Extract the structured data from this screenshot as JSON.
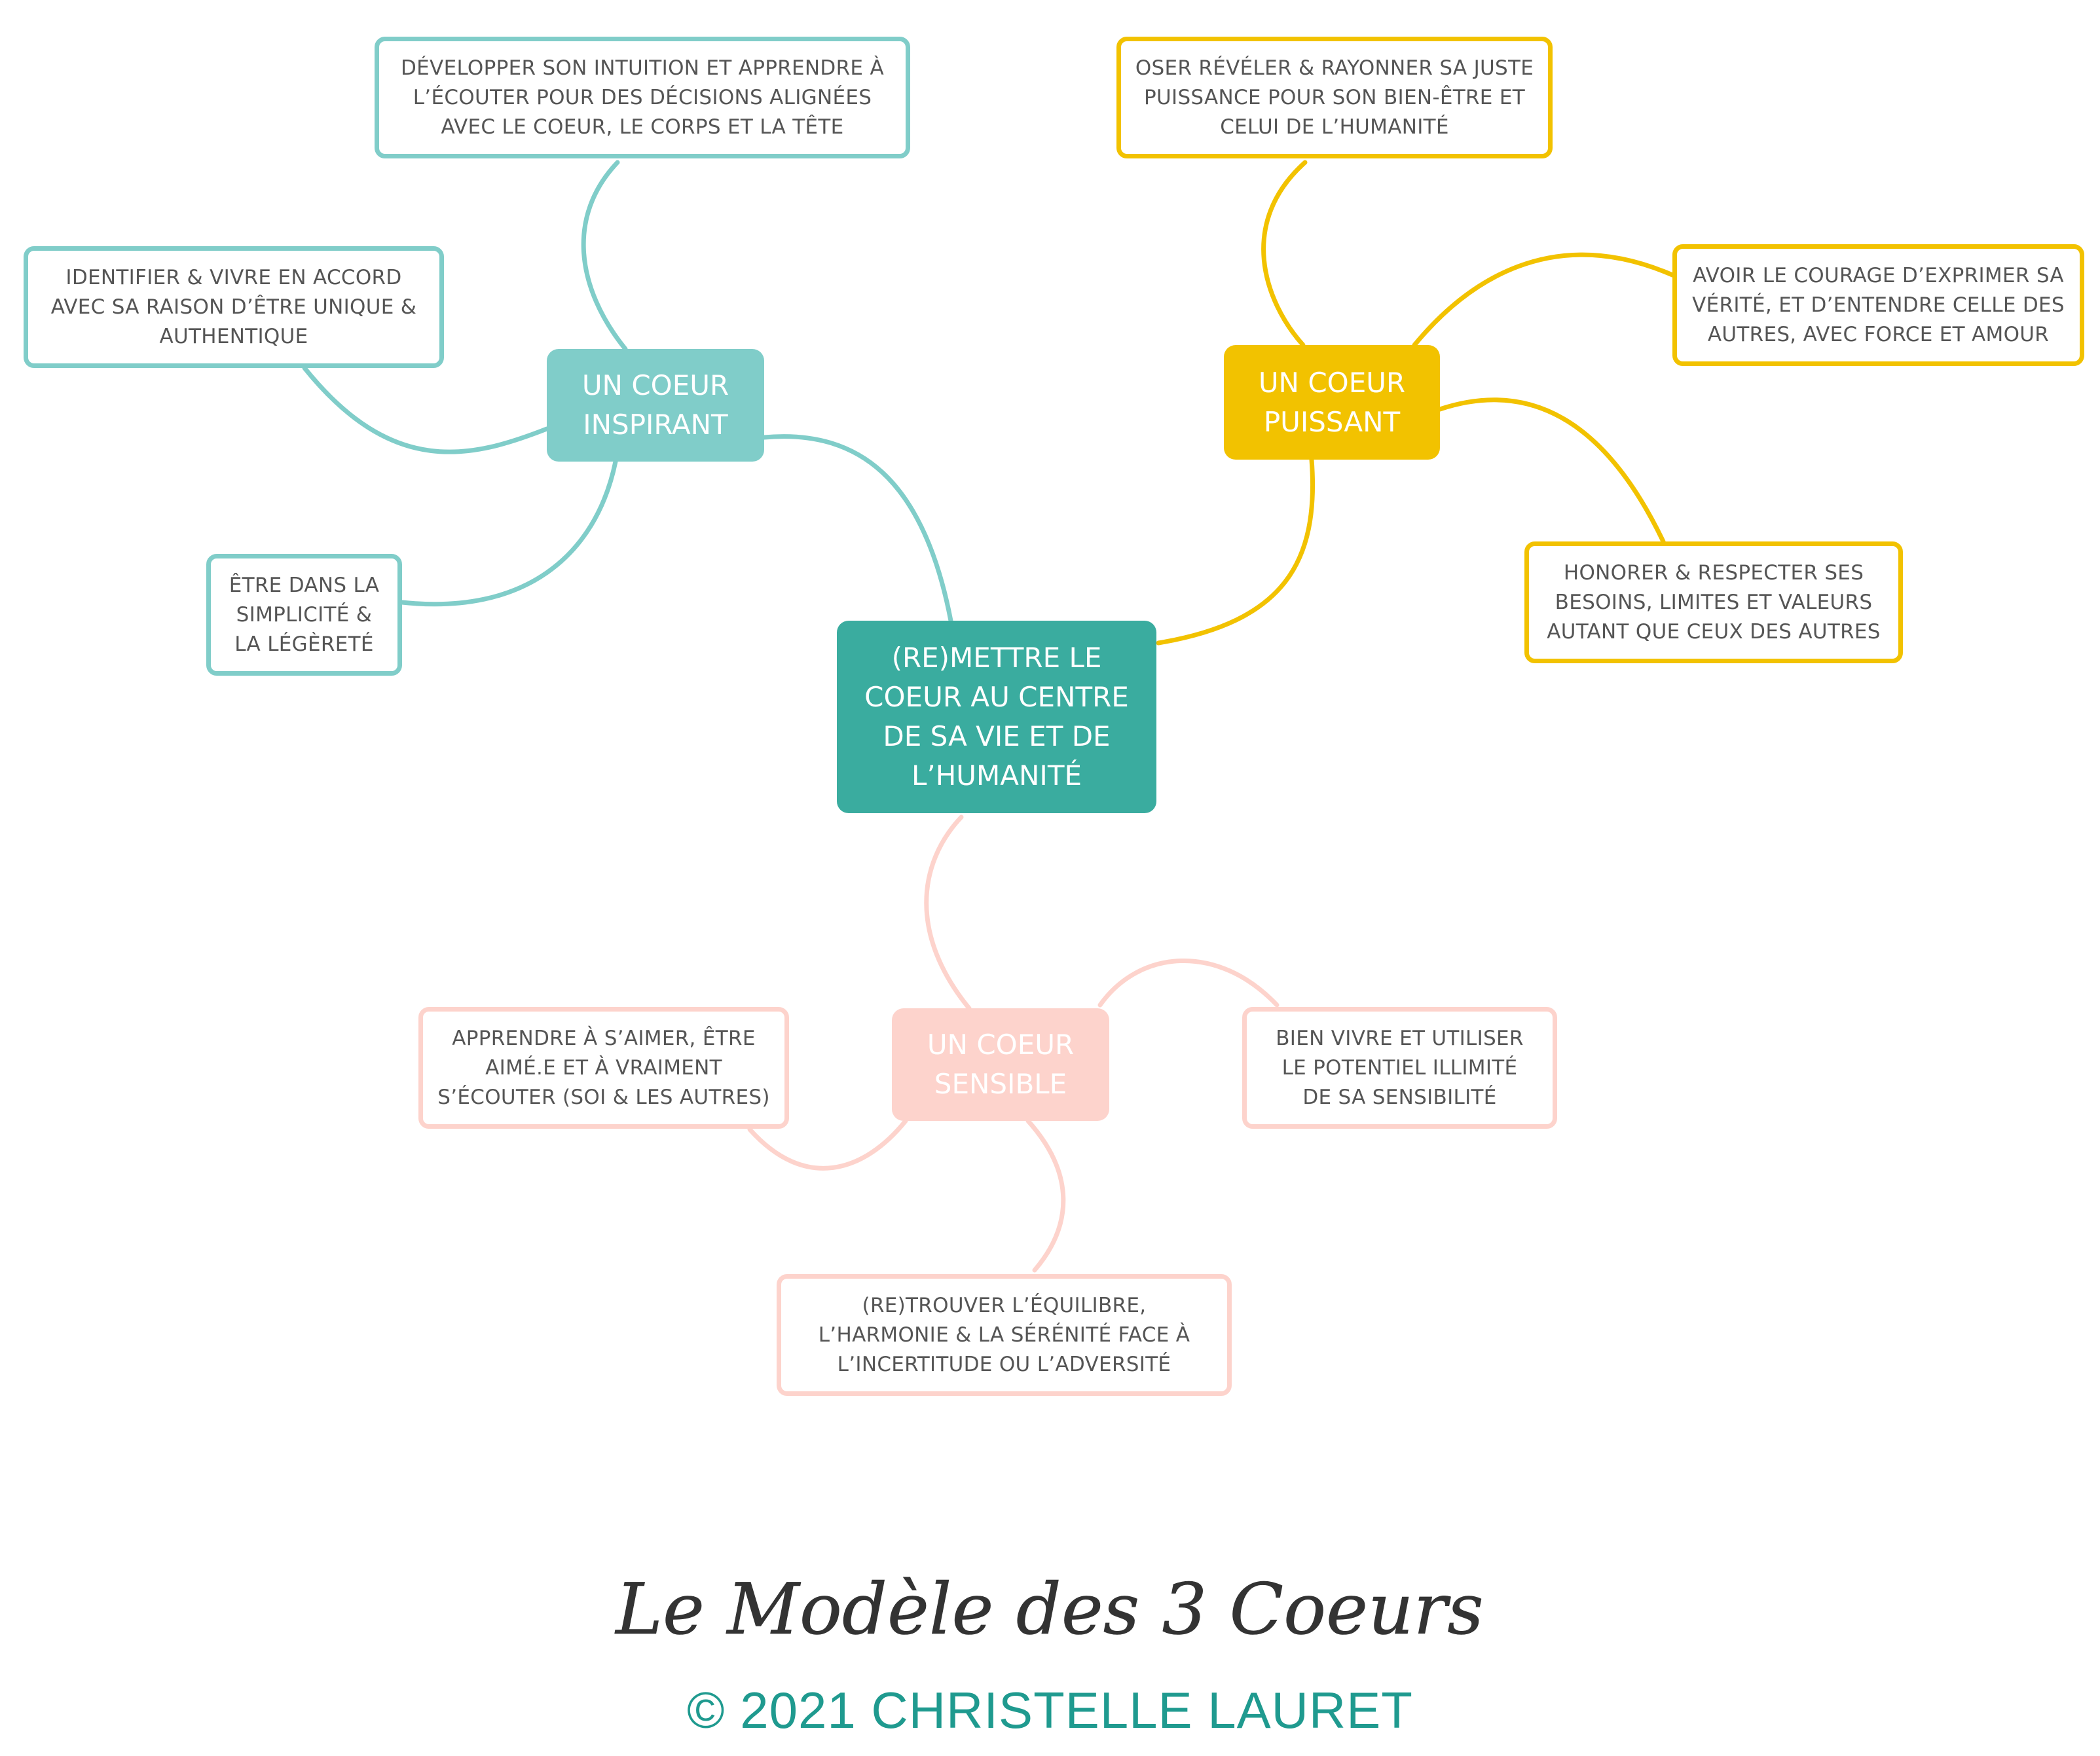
{
  "center": {
    "label": "(RE)METTRE LE\nCOEUR AU CENTRE\nDE SA VIE ET DE\nL’HUMANITÉ",
    "color": "#3aac9f"
  },
  "branches": {
    "inspirant": {
      "label": "UN COEUR\nINSPIRANT",
      "color": "#80cdc9",
      "leaves": {
        "intuition": "DÉVELOPPER SON INTUITION ET APPRENDRE À\nL’ÉCOUTER POUR DES DÉCISIONS ALIGNÉES\nAVEC LE COEUR, LE CORPS ET LA TÊTE",
        "raison": "IDENTIFIER & VIVRE EN ACCORD\nAVEC SA RAISON D’ÊTRE UNIQUE &\nAUTHENTIQUE",
        "simplicite": "ÊTRE DANS LA\nSIMPLICITÉ &\nLA LÉGÈRETÉ"
      }
    },
    "puissant": {
      "label": "UN COEUR\nPUISSANT",
      "color": "#f2c200",
      "leaves": {
        "rayonner": "OSER RÉVÉLER & RAYONNER SA JUSTE\nPUISSANCE POUR SON BIEN-ÊTRE ET\nCELUI DE L’HUMANITÉ",
        "courage": "AVOIR LE COURAGE D’EXPRIMER SA\nVÉRITÉ, ET D’ENTENDRE CELLE DES\nAUTRES, AVEC FORCE ET AMOUR",
        "besoins": "HONORER & RESPECTER SES\nBESOINS, LIMITES ET VALEURS\nAUTANT QUE CEUX DES AUTRES"
      }
    },
    "sensible": {
      "label": "UN COEUR\nSENSIBLE",
      "color": "#fdd3cc",
      "leaves": {
        "aimer": "APPRENDRE À S’AIMER, ÊTRE\nAIMÉ.E ET À VRAIMENT\nS’ÉCOUTER (SOI & LES AUTRES)",
        "sensibilite": "BIEN VIVRE ET UTILISER\nLE POTENTIEL ILLIMITÉ\nDE SA SENSIBILITÉ",
        "equilibre": "(RE)TROUVER L’ÉQUILIBRE,\nL’HARMONIE & LA SÉRÉNITÉ FACE À\nL’INCERTITUDE OU L’ADVERSITÉ"
      }
    }
  },
  "footer": {
    "title": "Le Modèle des 3 Coeurs",
    "copyright": "© 2021 CHRISTELLE LAURET",
    "copyright_color": "#1f9a8f"
  }
}
